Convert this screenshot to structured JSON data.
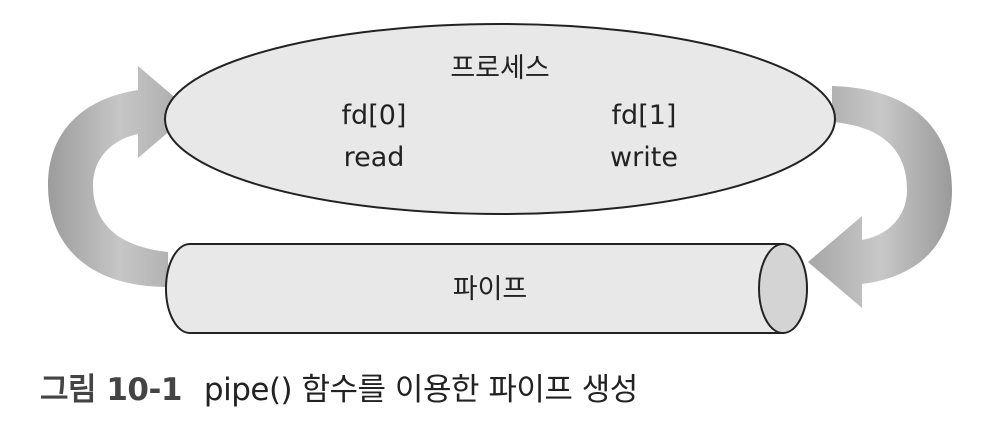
{
  "process": {
    "title": "프로세스",
    "fd0": "fd[0]",
    "read": "read",
    "fd1": "fd[1]",
    "write": "write"
  },
  "pipe": {
    "label": "파이프"
  },
  "caption": {
    "number": "그림 10-1",
    "title": "pipe() 함수를 이용한 파이프 생성"
  }
}
